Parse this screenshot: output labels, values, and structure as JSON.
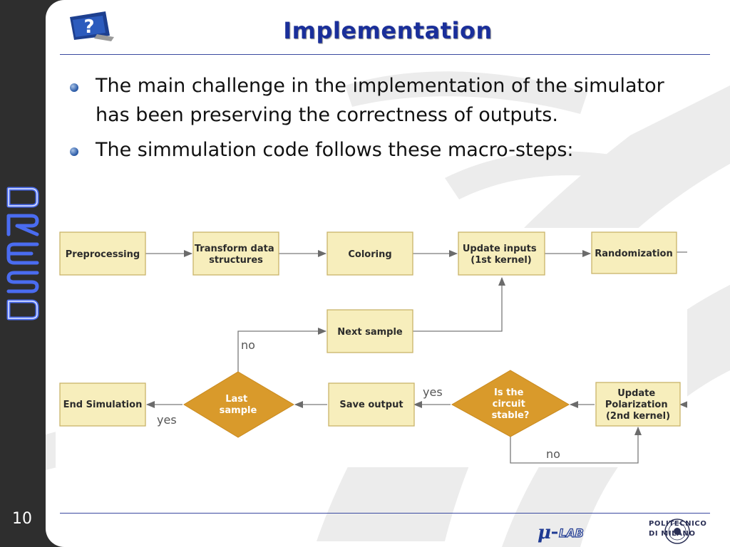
{
  "slide": {
    "title": "Implementation",
    "number": "10"
  },
  "bullets": [
    "The main challenge in the implementation of the simulator has been preserving the correctness of outputs.",
    "The simmulation code follows these macro-steps:"
  ],
  "flowchart": {
    "nodes": {
      "preprocessing": "Preprocessing",
      "transform": [
        "Transform data",
        "structures"
      ],
      "coloring": "Coloring",
      "update_inputs": [
        "Update inputs",
        "(1st kernel)"
      ],
      "randomization": "Randomization",
      "next_sample": "Next sample",
      "end_simulation": "End Simulation",
      "last_sample": [
        "Last",
        "sample"
      ],
      "save_output": "Save output",
      "is_stable": [
        "Is the",
        "circuit",
        "stable?"
      ],
      "update_polarization": [
        "Update",
        "Polarization",
        "(2nd kernel)"
      ]
    },
    "edge_labels": {
      "last_no": "no",
      "last_yes": "yes",
      "stable_yes": "yes",
      "stable_no": "no"
    },
    "colors": {
      "process_fill": "#f7eebc",
      "process_border": "#c9b36a",
      "decision_fill": "#d99a2b",
      "arrow": "#6b6b6b"
    }
  },
  "footer": {
    "lab_logo": "μ-LAB",
    "university": [
      "POLITECNICO",
      "DI MILANO"
    ],
    "sidebar_logo": "DRESD"
  }
}
